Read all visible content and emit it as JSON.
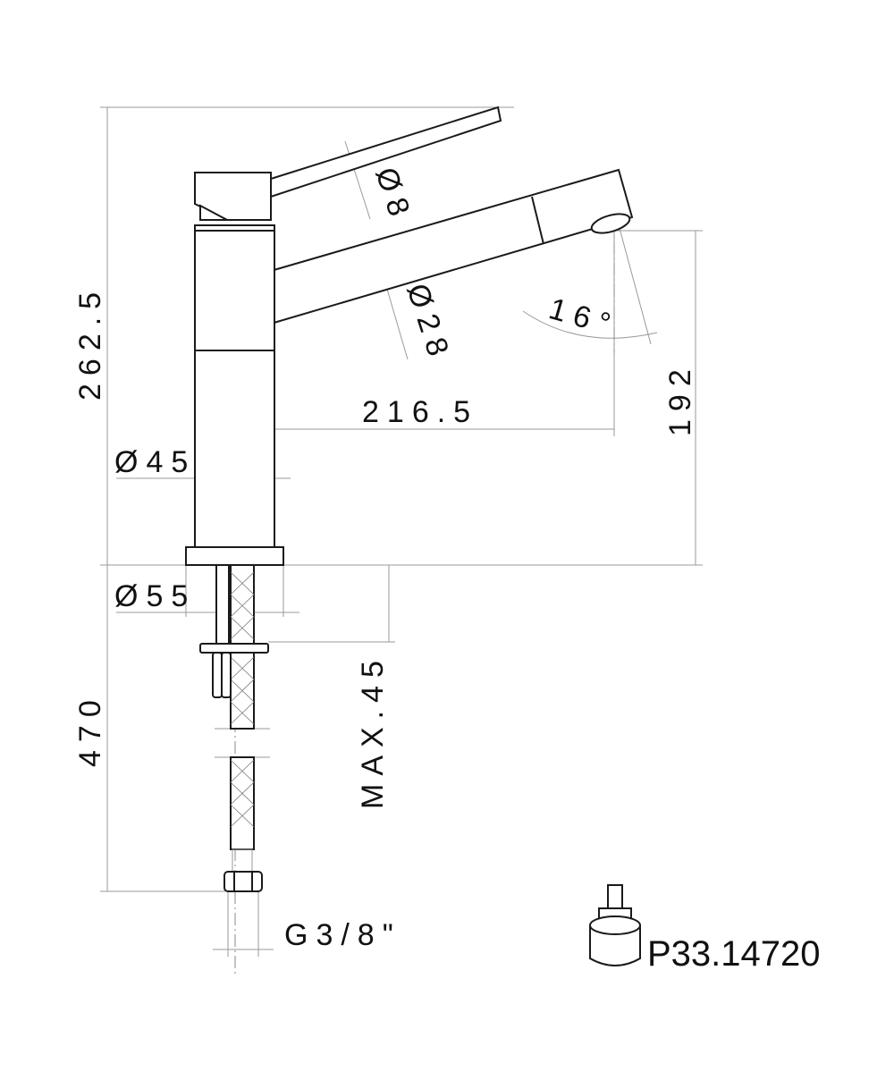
{
  "drawing": {
    "title": "Kitchen mixer tap dimensional drawing",
    "dimensions": {
      "total_height": "262.5",
      "spout_reach": "216.5",
      "spout_height": "192",
      "body_diameter": "Ø45",
      "base_diameter": "Ø55",
      "lever_diameter": "Ø8",
      "spout_diameter": "Ø28",
      "spout_angle": "16°",
      "hose_length": "470",
      "max_deck_thickness": "MAX.45",
      "connection_thread": "G3/8\""
    },
    "cartridge_code": "P33.14720"
  }
}
